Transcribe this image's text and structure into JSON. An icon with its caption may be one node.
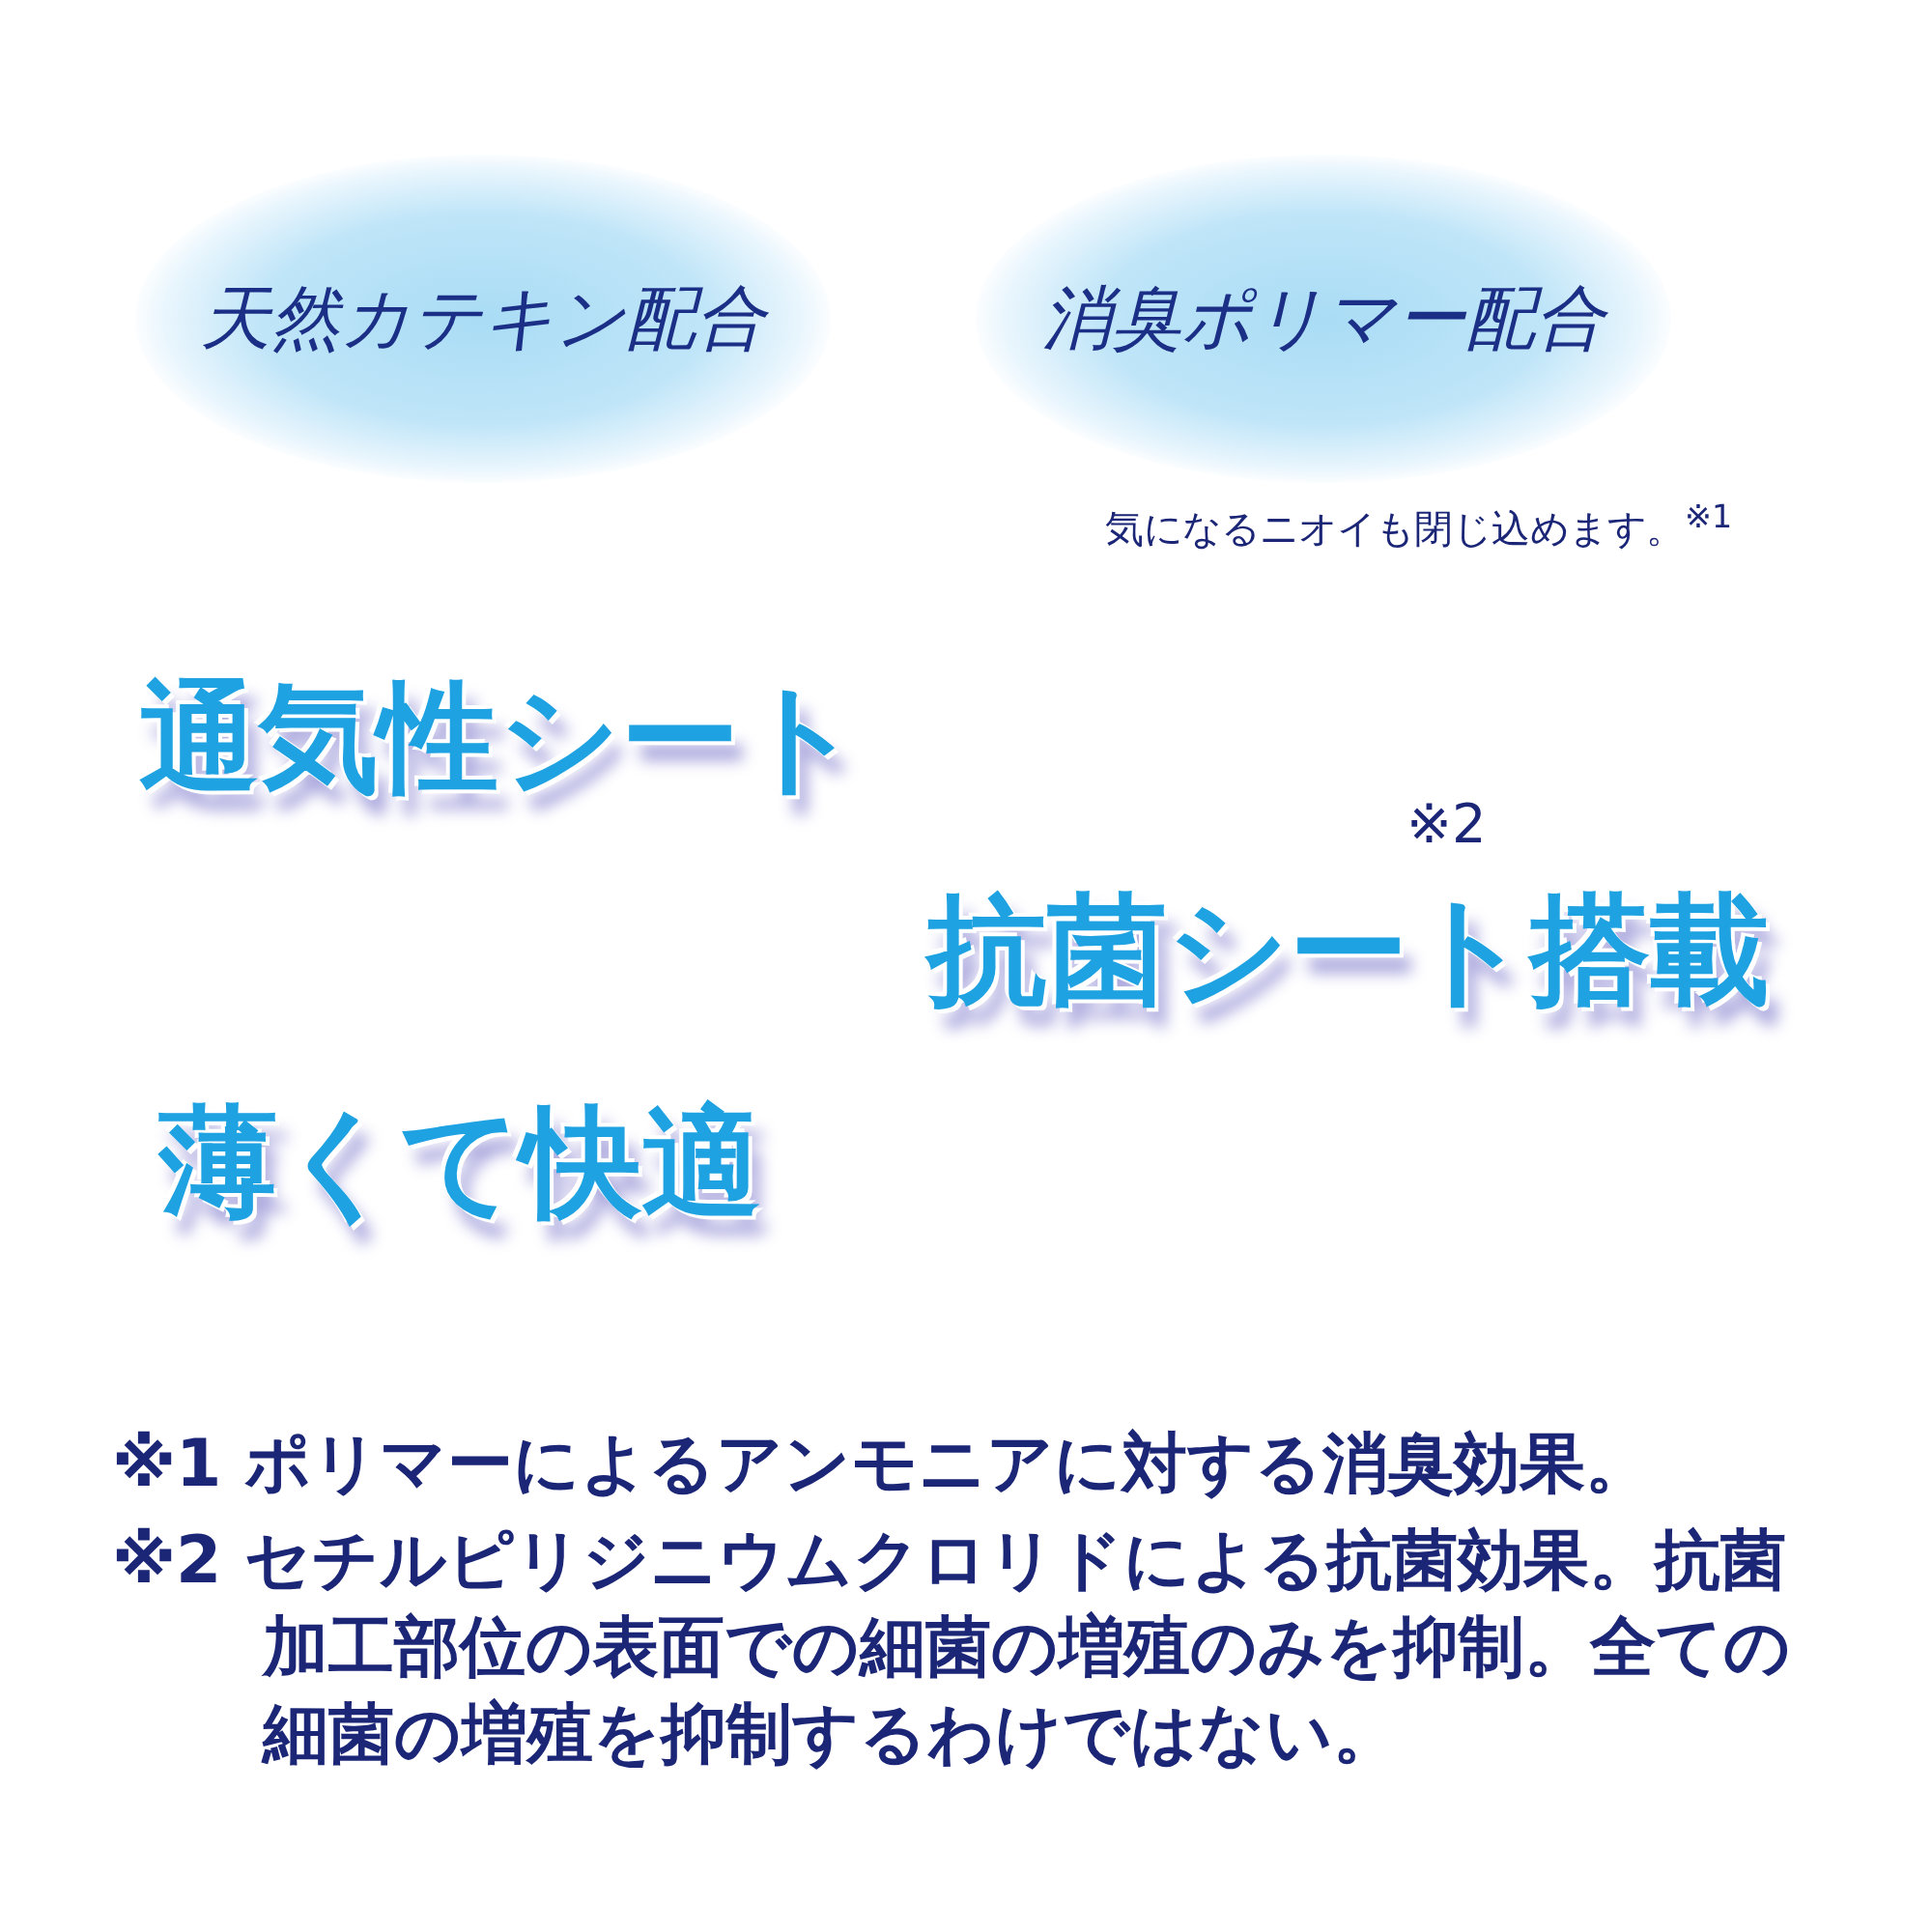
{
  "diagram": {
    "nodes": [
      {
        "text": [
          "天然カテキン配合"
        ]
      },
      {
        "text": [
          "消臭ポリマー配合"
        ],
        "beside": [
          "気になるニオイも閉じ込めます。$^{※1}$"
        ]
      }
    ],
    "labels": [
      "通気性シート",
      "※2",
      "抗菌シート搭載",
      "薄くて快適",
      "※1 ポリマーによるアンモニアに対する消臭効果。",
      "※2 セチルピリジニウムクロリドによる抗菌効果。抗菌加工部位の表面での細菌の増殖のみを抑制。全ての細菌の増殖を抑制するわけではない。"
    ]
  }
}
